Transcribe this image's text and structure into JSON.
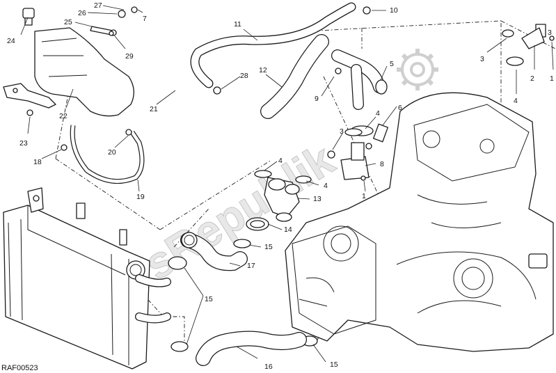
{
  "diagram": {
    "reference_code": "RAF00523",
    "watermark": "PartsRepublik",
    "callouts": [
      {
        "id": "c1a",
        "label": "1"
      },
      {
        "id": "c1b",
        "label": "1"
      },
      {
        "id": "c2",
        "label": "2"
      },
      {
        "id": "c3a",
        "label": "3"
      },
      {
        "id": "c3b",
        "label": "3"
      },
      {
        "id": "c3c",
        "label": "3"
      },
      {
        "id": "c4a",
        "label": "4"
      },
      {
        "id": "c4b",
        "label": "4"
      },
      {
        "id": "c4c",
        "label": "4"
      },
      {
        "id": "c4d",
        "label": "4"
      },
      {
        "id": "c5",
        "label": "5"
      },
      {
        "id": "c6",
        "label": "6"
      },
      {
        "id": "c7",
        "label": "7"
      },
      {
        "id": "c8",
        "label": "8"
      },
      {
        "id": "c9",
        "label": "9"
      },
      {
        "id": "c10",
        "label": "10"
      },
      {
        "id": "c11",
        "label": "11"
      },
      {
        "id": "c12",
        "label": "12"
      },
      {
        "id": "c13",
        "label": "13"
      },
      {
        "id": "c14",
        "label": "14"
      },
      {
        "id": "c15a",
        "label": "15"
      },
      {
        "id": "c15b",
        "label": "15"
      },
      {
        "id": "c15c",
        "label": "15"
      },
      {
        "id": "c16",
        "label": "16"
      },
      {
        "id": "c17",
        "label": "17"
      },
      {
        "id": "c18",
        "label": "18"
      },
      {
        "id": "c19",
        "label": "19"
      },
      {
        "id": "c20",
        "label": "20"
      },
      {
        "id": "c21",
        "label": "21"
      },
      {
        "id": "c22",
        "label": "22"
      },
      {
        "id": "c23",
        "label": "23"
      },
      {
        "id": "c24",
        "label": "24"
      },
      {
        "id": "c25",
        "label": "25"
      },
      {
        "id": "c26",
        "label": "26"
      },
      {
        "id": "c27",
        "label": "27"
      },
      {
        "id": "c28",
        "label": "28"
      },
      {
        "id": "c29",
        "label": "29"
      }
    ],
    "icons": [
      "gear-logo-icon"
    ]
  }
}
